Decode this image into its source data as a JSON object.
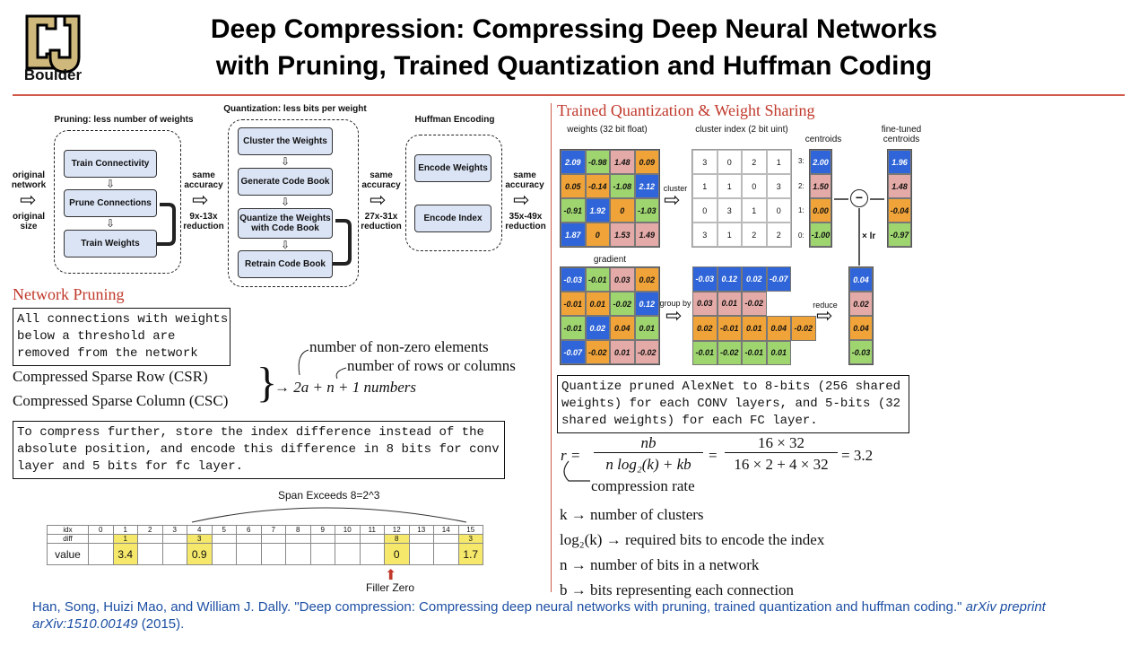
{
  "header": {
    "logo_text": "Boulder",
    "title_line1": "Deep Compression: Compressing Deep Neural Networks",
    "title_line2": "with Pruning, Trained Quantization and Huffman Coding"
  },
  "pipeline": {
    "pruning_title": "Pruning: less number of weights",
    "quant_title": "Quantization: less bits per weight",
    "huffman_title": "Huffman Encoding",
    "input_label1": "original",
    "input_label2": "network",
    "input_label3": "original",
    "input_label4": "size",
    "pruning_boxes": [
      "Train Connectivity",
      "Prune Connections",
      "Train Weights"
    ],
    "quant_boxes": [
      "Cluster the Weights",
      "Generate Code Book",
      "Quantize the Weights with Code Book",
      "Retrain Code Book"
    ],
    "huffman_boxes": [
      "Encode Weights",
      "Encode Index"
    ],
    "acc1": "same accuracy",
    "red1": "9x-13x reduction",
    "acc2": "same accuracy",
    "red2": "27x-31x reduction",
    "acc3": "same accuracy",
    "red3": "35x-49x reduction"
  },
  "pruning": {
    "section_title": "Network Pruning",
    "box_text": "All connections with weights\nbelow a threshold are\nremoved from the network",
    "csr": "Compressed Sparse Row (CSR)",
    "csc": "Compressed Sparse Column (CSC)",
    "formula": "→ 2a + n + 1 numbers",
    "ann1": "number of non-zero elements",
    "ann2": "number of rows or columns",
    "compress_text": "To compress further, store the index difference instead of the\nabsolute position, and encode this difference in 8 bits for conv\nlayer and 5 bits for fc layer.",
    "span_label": "Span Exceeds 8=2^3",
    "filler_label": "Filler Zero",
    "table": {
      "idx": [
        "idx",
        "0",
        "1",
        "2",
        "3",
        "4",
        "5",
        "6",
        "7",
        "8",
        "9",
        "10",
        "11",
        "12",
        "13",
        "14",
        "15"
      ],
      "diff": [
        "diff",
        "",
        "1",
        "",
        "",
        "3",
        "",
        "",
        "",
        "",
        "",
        "",
        "",
        "8",
        "",
        "",
        "3"
      ],
      "value": [
        "value",
        "",
        "3.4",
        "",
        "",
        "0.9",
        "",
        "",
        "",
        "",
        "",
        "",
        "",
        "0",
        "",
        "",
        "1.7"
      ]
    }
  },
  "quant": {
    "section_title": "Trained Quantization & Weight Sharing",
    "weights_label": "weights (32 bit float)",
    "cluster_index_label": "cluster index (2 bit uint)",
    "centroids_label": "centroids",
    "finetuned_label": "fine-tuned centroids",
    "gradient_label": "gradient",
    "cluster_arrow": "cluster",
    "groupby_arrow": "group by",
    "reduce_arrow": "reduce",
    "lr_label": "× lr",
    "minus": "−",
    "weights": [
      [
        "2.09",
        "-0.98",
        "1.48",
        "0.09"
      ],
      [
        "0.05",
        "-0.14",
        "-1.08",
        "2.12"
      ],
      [
        "-0.91",
        "1.92",
        "0",
        "-1.03"
      ],
      [
        "1.87",
        "0",
        "1.53",
        "1.49"
      ]
    ],
    "weights_colors": [
      [
        "b",
        "g",
        "p",
        "o"
      ],
      [
        "o",
        "o",
        "g",
        "b"
      ],
      [
        "g",
        "b",
        "o",
        "g"
      ],
      [
        "b",
        "o",
        "p",
        "p"
      ]
    ],
    "index": [
      [
        "3",
        "0",
        "2",
        "1"
      ],
      [
        "1",
        "1",
        "0",
        "3"
      ],
      [
        "0",
        "3",
        "1",
        "0"
      ],
      [
        "3",
        "1",
        "2",
        "2"
      ]
    ],
    "centroid_idx": [
      "3:",
      "2:",
      "1:",
      "0:"
    ],
    "centroids": [
      "2.00",
      "1.50",
      "0.00",
      "-1.00"
    ],
    "finetuned": [
      "1.96",
      "1.48",
      "-0.04",
      "-0.97"
    ],
    "gradient": [
      [
        "-0.03",
        "-0.01",
        "0.03",
        "0.02"
      ],
      [
        "-0.01",
        "0.01",
        "-0.02",
        "0.12"
      ],
      [
        "-0.01",
        "0.02",
        "0.04",
        "0.01"
      ],
      [
        "-0.07",
        "-0.02",
        "0.01",
        "-0.02"
      ]
    ],
    "gradient_colors": [
      [
        "b",
        "g",
        "p",
        "o"
      ],
      [
        "o",
        "o",
        "g",
        "b"
      ],
      [
        "g",
        "b",
        "o",
        "g"
      ],
      [
        "b",
        "o",
        "p",
        "p"
      ]
    ],
    "group_rows": [
      [
        "-0.03",
        "0.12",
        "0.02",
        "-0.07"
      ],
      [
        "0.03",
        "0.01",
        "-0.02"
      ],
      [
        "0.02",
        "-0.01",
        "0.01",
        "0.04",
        "-0.02"
      ],
      [
        "-0.01",
        "-0.02",
        "-0.01",
        "0.01"
      ]
    ],
    "reduced": [
      "0.04",
      "0.02",
      "0.04",
      "-0.03"
    ],
    "note": "Quantize pruned AlexNet to 8-bits (256 shared\nweights) for each CONV layers, and 5-bits (32\nshared weights) for each FC layer.",
    "formula_r": "r =",
    "formula_num": "nb",
    "formula_den": "n log₂(k) + kb",
    "formula_eq": "=",
    "formula_num2": "16 × 32",
    "formula_den2": "16 × 2 + 4 × 32",
    "formula_res": "= 3.2",
    "rate_label": "compression rate",
    "defs": [
      "k → number of clusters",
      "log₂(k) → required bits to encode the index",
      "n → number of bits in a network",
      "b → bits representing each connection"
    ]
  },
  "citation": {
    "text": "Han, Song, Huizi Mao, and William J. Dally. \"Deep compression: Compressing deep neural networks with pruning, trained quantization and huffman coding.\" ",
    "journal": "arXiv preprint arXiv:1510.00149",
    "year": " (2015)."
  },
  "colors": {
    "blue": "#2f65d8",
    "green": "#9ed56f",
    "orange": "#f0a338",
    "pink": "#e4aaa7",
    "accent": "#c0392b"
  }
}
